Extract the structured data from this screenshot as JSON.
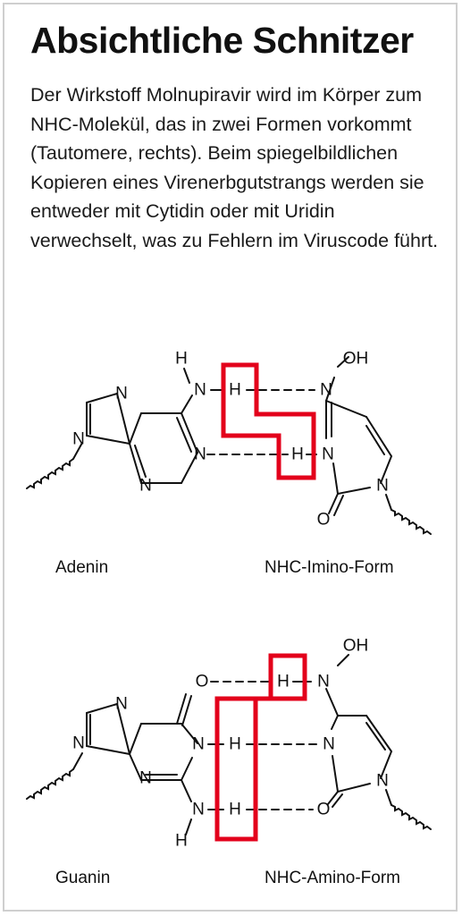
{
  "title": "Absichtliche Schnitzer",
  "description": "Der Wirkstoff Molnupiravir wird im Körper zum NHC-Molekül, das in zwei Formen vorkommt (Tautomere, rechts). Beim spiegelbildlichen Kopieren eines Virenerbgutstrangs werden sie entweder mit Cytidin oder mit Uridin verwechselt, was zu Fehlern im Viruscode führt.",
  "captions": {
    "adenin": "Adenin",
    "imino": "NHC-Imino-Form",
    "guanin": "Guanin",
    "amino": "NHC-Amino-Form"
  },
  "atoms": {
    "h": "H",
    "n": "N",
    "o": "O",
    "oh": "OH"
  },
  "colors": {
    "highlight": "#e3001b",
    "ink": "#111111",
    "border": "#cfcfcf"
  }
}
